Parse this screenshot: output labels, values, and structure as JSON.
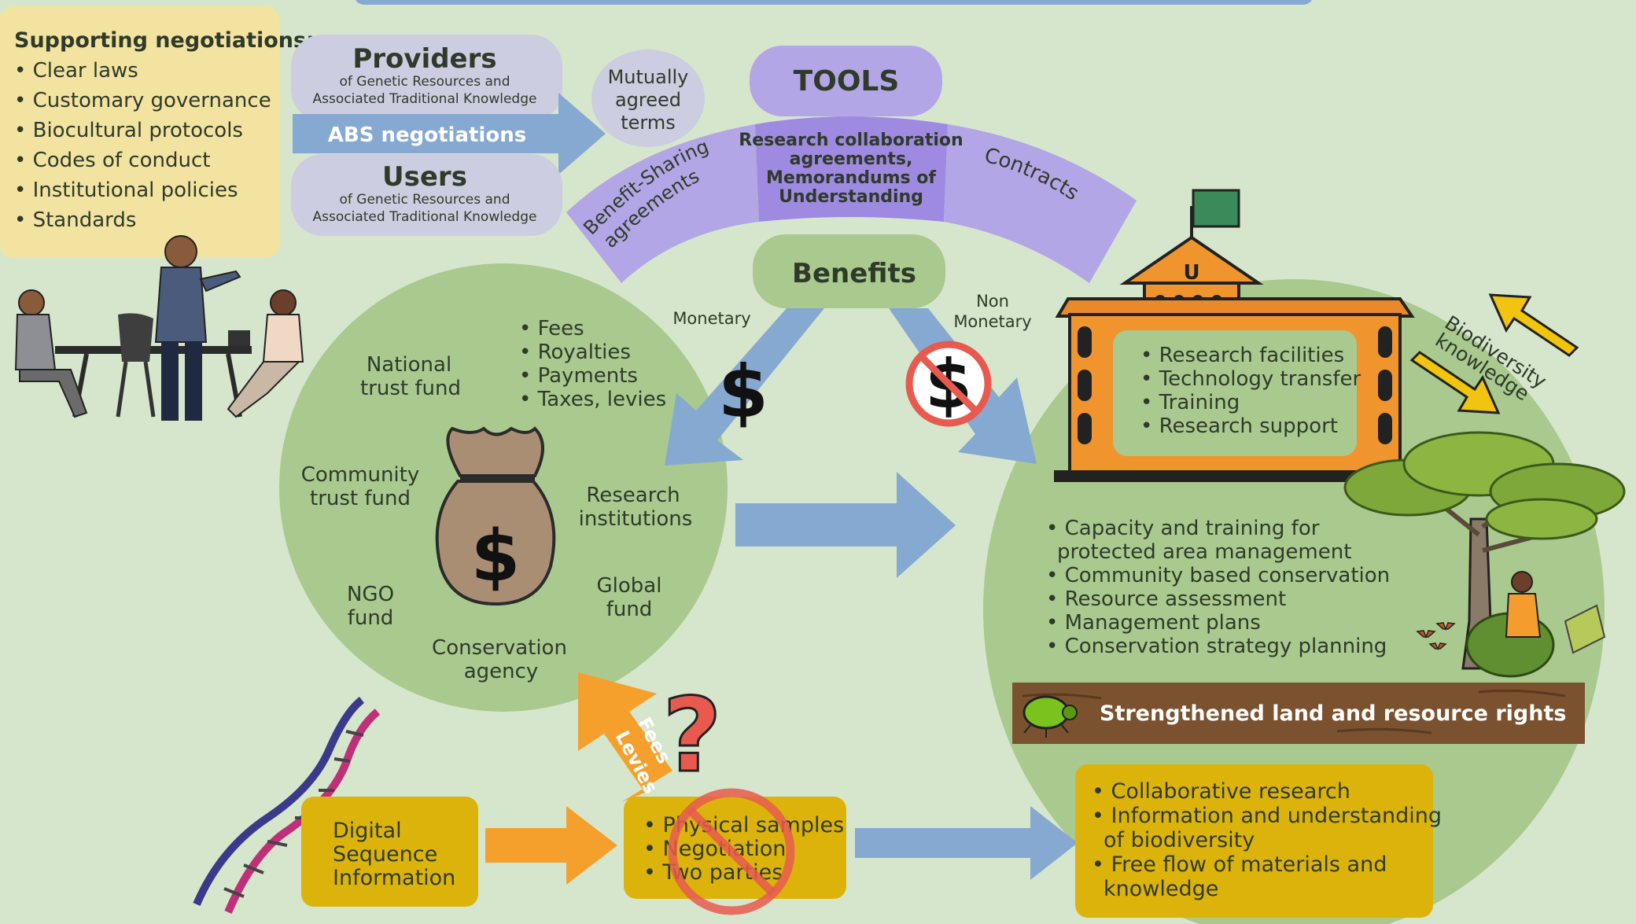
{
  "supporting": {
    "title": "Supporting negotiations:",
    "items": [
      "Clear laws",
      "Customary governance",
      "Biocultural protocols",
      "Codes of conduct",
      "Institutional policies",
      "Standards"
    ]
  },
  "providers": {
    "title": "Providers",
    "subtitle_line1": "of Genetic Resources and",
    "subtitle_line2": "Associated Traditional Knowledge"
  },
  "abs_negotiations": "ABS negotiations",
  "users": {
    "title": "Users",
    "subtitle_line1": "of Genetic Resources and",
    "subtitle_line2": "Associated Traditional Knowledge"
  },
  "mat": {
    "line1": "Mutually",
    "line2": "agreed",
    "line3": "terms"
  },
  "tools": {
    "title": "TOOLS",
    "benefit_sharing_line1": "Benefit-Sharing",
    "benefit_sharing_line2": "agreements",
    "research_collab_lines": [
      "Research collaboration",
      "agreements,",
      "Memorandums of",
      "Understanding"
    ],
    "contracts": "Contracts"
  },
  "benefits": {
    "title": "Benefits",
    "monetary": "Monetary",
    "non_monetary_line1": "Non",
    "non_monetary_line2": "Monetary",
    "dollar": "$"
  },
  "monetary_circle": {
    "payment_types": [
      "Fees",
      "Royalties",
      "Payments",
      "Taxes, levies"
    ],
    "national_line1": "National",
    "national_line2": "trust fund",
    "community_line1": "Community",
    "community_line2": "trust fund",
    "ngo_line1": "NGO",
    "ngo_line2": "fund",
    "conservation_line1": "Conservation",
    "conservation_line2": "agency",
    "research_line1": "Research",
    "research_line2": "institutions",
    "global_line1": "Global",
    "global_line2": "fund",
    "bag_symbol": "$"
  },
  "university": {
    "letter": "U",
    "items": [
      "Research facilities",
      "Technology transfer",
      "Training",
      "Research support"
    ]
  },
  "biodiversity_knowledge": {
    "line1": "Biodiversity",
    "line2": "knowledge"
  },
  "conservation_list": [
    "Capacity and training for",
    "protected area management",
    "Community based conservation",
    "Resource assessment",
    "Management plans",
    "Conservation strategy planning"
  ],
  "land_rights": "Strengthened land and resource rights",
  "dsi": {
    "line1": "Digital",
    "line2": "Sequence",
    "line3": "Information"
  },
  "fees_levies": {
    "line1": "Fees",
    "line2": "Levies"
  },
  "question_mark": "?",
  "physical": {
    "items": [
      "Physical samples",
      "Negotiation",
      "Two parties"
    ]
  },
  "collab_box": {
    "lines": [
      "Collaborative research",
      "Information and understanding",
      "of biodiversity",
      "Free flow of materials and",
      "knowledge"
    ]
  },
  "colors": {
    "background": "#d6e6cc",
    "circle_green": "#a9c98e",
    "pale_yellow": "#f2e3a0",
    "grey_lilac": "#cccde0",
    "lilac": "#b3a6e6",
    "purple": "#9e8ae0",
    "blue_arrow": "#86a9d2",
    "mustard": "#dcb30a",
    "orange": "#f5a02d",
    "red": "#e85a4f",
    "brown": "#7a5230"
  },
  "icons": [
    "people-meeting-icon",
    "dollar-icon",
    "no-dollar-icon",
    "money-bag-icon",
    "university-building-icon",
    "flag-icon",
    "tree-icon",
    "farmer-icon",
    "beetle-icon",
    "butterfly-icon",
    "dna-icon",
    "question-mark-icon",
    "prohibited-icon",
    "cycle-arrows-icon"
  ]
}
